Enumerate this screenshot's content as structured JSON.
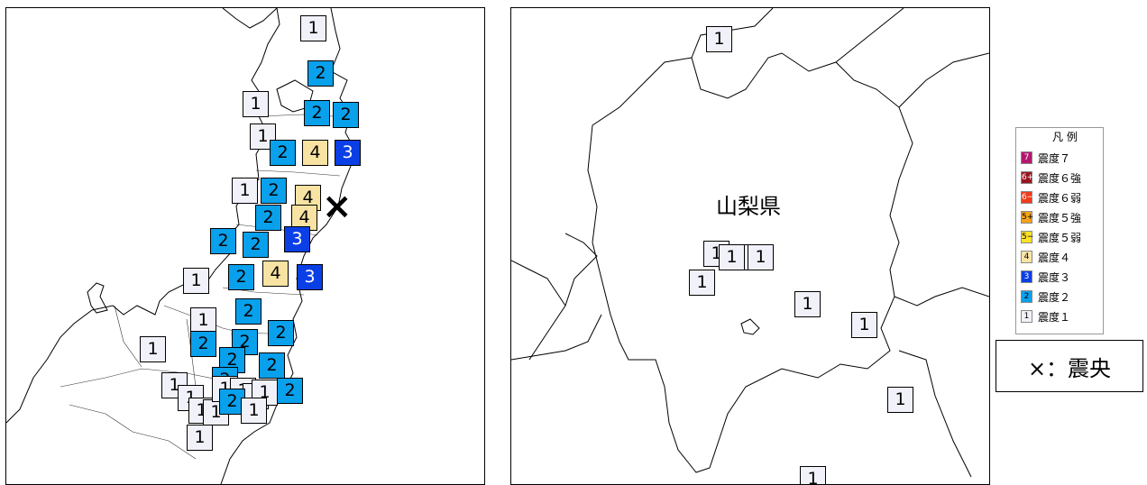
{
  "legend": {
    "title": "凡 例",
    "items": [
      {
        "code": "7",
        "label": "震度７",
        "bg": "#b5176f",
        "fg": "#ffffff"
      },
      {
        "code": "6+",
        "label": "震度６強",
        "bg": "#9a1420",
        "fg": "#ffffff"
      },
      {
        "code": "6−",
        "label": "震度６弱",
        "bg": "#ee3b1d",
        "fg": "#ffffff"
      },
      {
        "code": "5+",
        "label": "震度５強",
        "bg": "#f5a31b",
        "fg": "#000000"
      },
      {
        "code": "5−",
        "label": "震度５弱",
        "bg": "#fbe22a",
        "fg": "#000000"
      },
      {
        "code": "4",
        "label": "震度４",
        "bg": "#f8e3a3",
        "fg": "#000000"
      },
      {
        "code": "3",
        "label": "震度３",
        "bg": "#0b3fe6",
        "fg": "#ffffff"
      },
      {
        "code": "2",
        "label": "震度２",
        "bg": "#09a0ec",
        "fg": "#000000"
      },
      {
        "code": "1",
        "label": "震度１",
        "bg": "#f1f1fa",
        "fg": "#000000"
      }
    ]
  },
  "epicenter_note": "×：震央",
  "right_map": {
    "prefecture_label": "山梨県"
  },
  "intensity_colors": {
    "1": {
      "bg": "#f1f1fa",
      "fg": "#000000"
    },
    "2": {
      "bg": "#09a0ec",
      "fg": "#000000"
    },
    "3": {
      "bg": "#0b3fe6",
      "fg": "#ffffff"
    },
    "4": {
      "bg": "#f8e3a3",
      "fg": "#000000"
    }
  },
  "left_markers": [
    "1",
    "2",
    "1",
    "2",
    "2",
    "1",
    "2",
    "4",
    "3",
    "1",
    "2",
    "4",
    "2",
    "4",
    "3",
    "2",
    "2",
    "1",
    "2",
    "4",
    "3",
    "1",
    "2",
    "2",
    "2",
    "1",
    "2",
    "2",
    "2",
    "2",
    "2",
    "1",
    "1",
    "1",
    "1",
    "1",
    "1",
    "1",
    "2",
    "1",
    "1",
    "1"
  ],
  "right_markers": [
    "1",
    "1",
    "1",
    "1",
    "1",
    "1",
    "1",
    "1",
    "1",
    "1"
  ]
}
